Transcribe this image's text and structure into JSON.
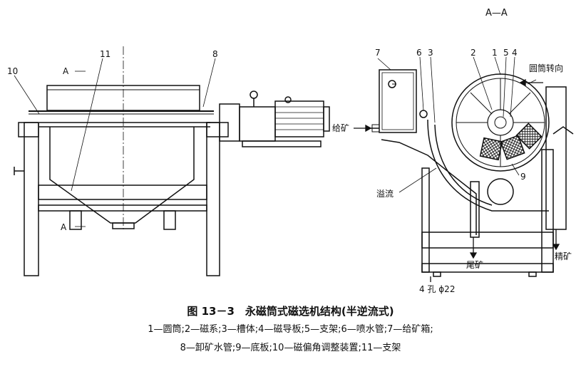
{
  "section_label": "A—A",
  "side_view": {
    "labels": {
      "label_10": "10",
      "label_11": "11",
      "label_8": "8",
      "section_a_top": "A",
      "section_a_bottom": "A"
    }
  },
  "section_view": {
    "labels": {
      "label_7": "7",
      "label_6": "6",
      "label_3": "3",
      "label_2": "2",
      "label_1": "1",
      "label_5": "5",
      "label_4": "4",
      "label_9": "9",
      "drum_rotation": "圆筒转向",
      "feed": "给矿",
      "overflow": "溢流",
      "tailings": "尾矿",
      "concentrate": "精矿",
      "holes": "4 孔 ϕ22"
    }
  },
  "caption": {
    "title": "图 13－3　永磁筒式磁选机结构(半逆流式)",
    "legend_line1": "1—圆筒;2—磁系;3—槽体;4—磁导板;5—支架;6—喷水管;7—给矿箱;",
    "legend_line2": "8—卸矿水管;9—底板;10—磁偏角调整装置;11—支架"
  }
}
